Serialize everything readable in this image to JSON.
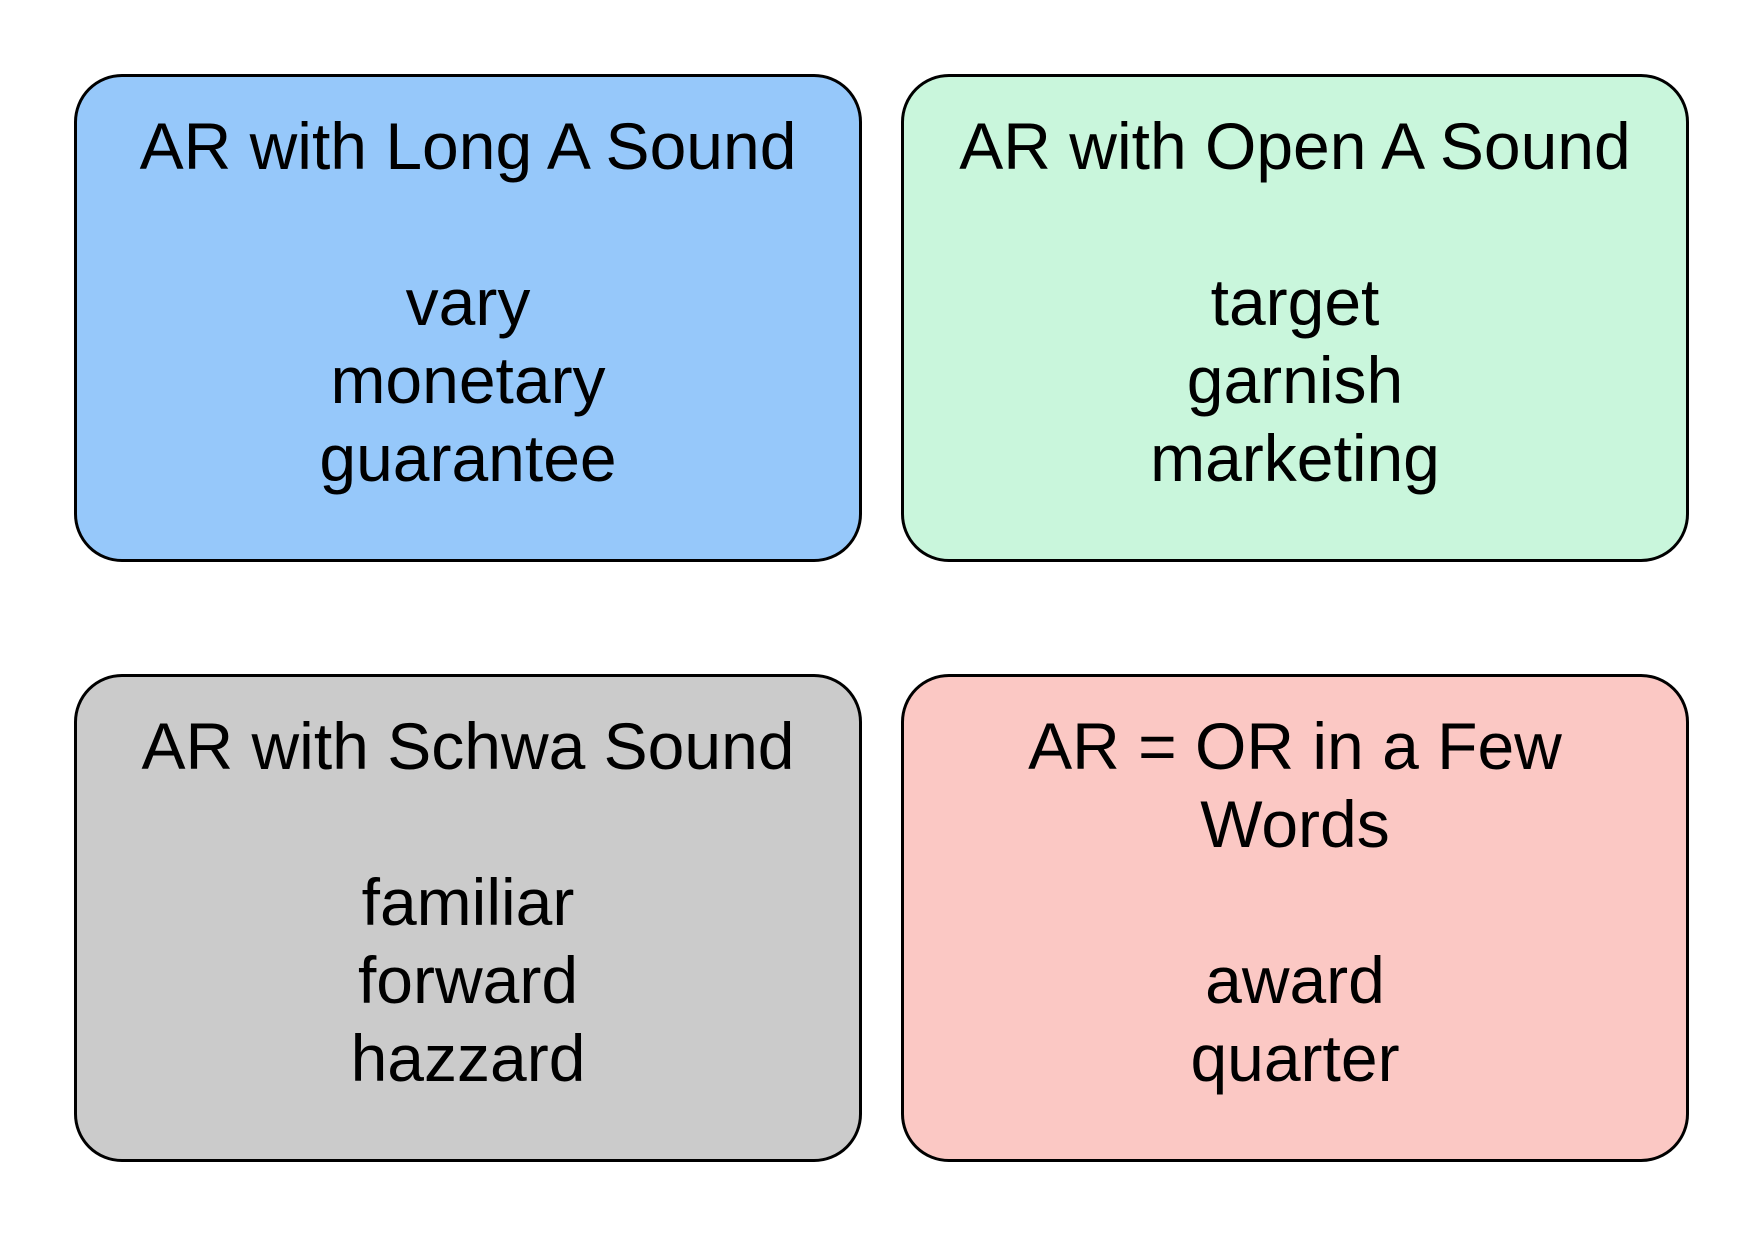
{
  "page": {
    "background": "#ffffff",
    "border_color": "#000000",
    "text_color": "#000000"
  },
  "cards": [
    {
      "id": "ar-long-a",
      "title": "AR with Long A Sound",
      "color": "#96C8FA",
      "words": [
        "vary",
        "monetary",
        "guarantee"
      ]
    },
    {
      "id": "ar-open-a",
      "title": "AR with Open A Sound",
      "color": "#C9F6DC",
      "words": [
        "target",
        "garnish",
        "marketing"
      ]
    },
    {
      "id": "ar-schwa",
      "title": "AR with Schwa Sound",
      "color": "#CBCBCB",
      "words": [
        "familiar",
        "forward",
        "hazzard"
      ]
    },
    {
      "id": "ar-equals-or",
      "title": "AR = OR in a Few Words",
      "color": "#FBC8C4",
      "words": [
        "award",
        "quarter"
      ]
    }
  ]
}
